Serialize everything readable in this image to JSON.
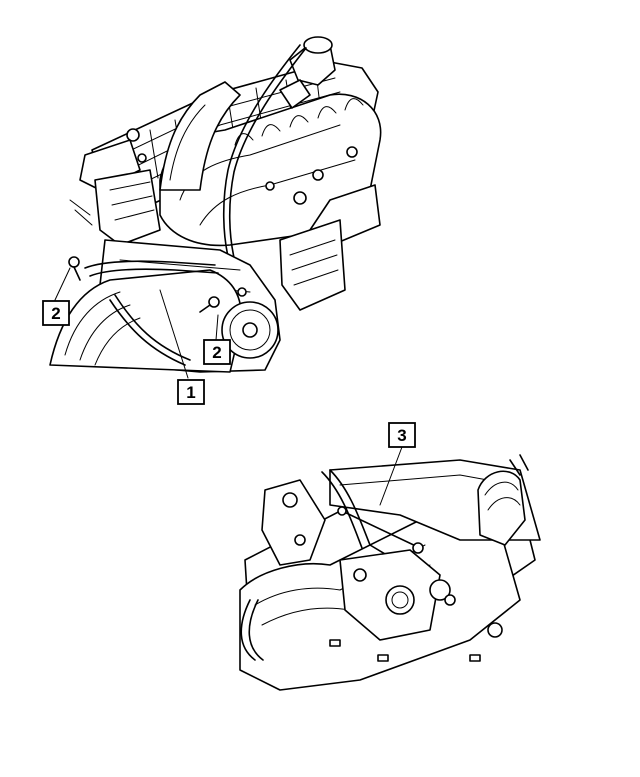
{
  "callouts": [
    {
      "id": "callout-1",
      "label": "1"
    },
    {
      "id": "callout-2a",
      "label": "2"
    },
    {
      "id": "callout-2b",
      "label": "2"
    },
    {
      "id": "callout-3",
      "label": "3"
    }
  ],
  "colors": {
    "ink": "#000000",
    "paper": "#ffffff"
  }
}
